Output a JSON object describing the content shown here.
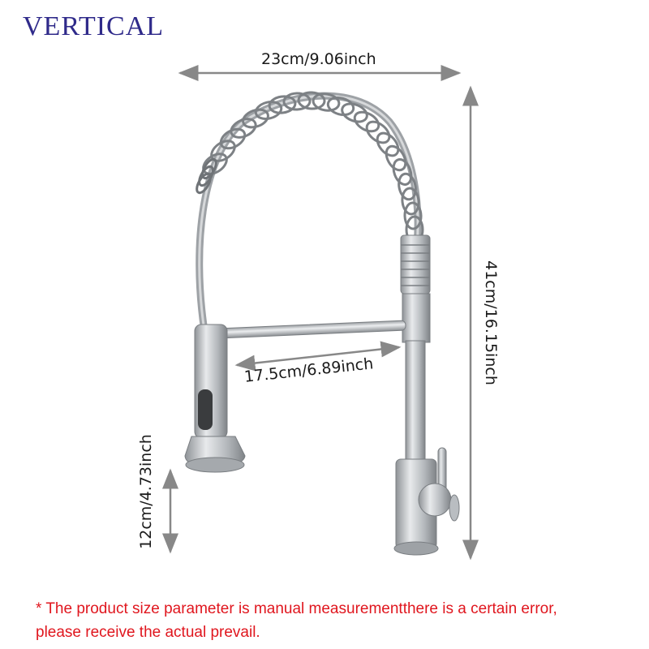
{
  "brand": "VERTICAL",
  "dimensions": {
    "total_width": "23cm/9.06inch",
    "spout_reach": "17.5cm/6.89inch",
    "total_height": "41cm/16.15inch",
    "spout_height": "12cm/4.73inch"
  },
  "note_line1": "* The product size parameter is manual measurementthere is a certain error,",
  "note_line2": "please receive the actual prevail.",
  "colors": {
    "brand": "#2f2a8a",
    "note": "#e0161e",
    "metal": "#b8bcc0",
    "arrow": "#888888"
  }
}
